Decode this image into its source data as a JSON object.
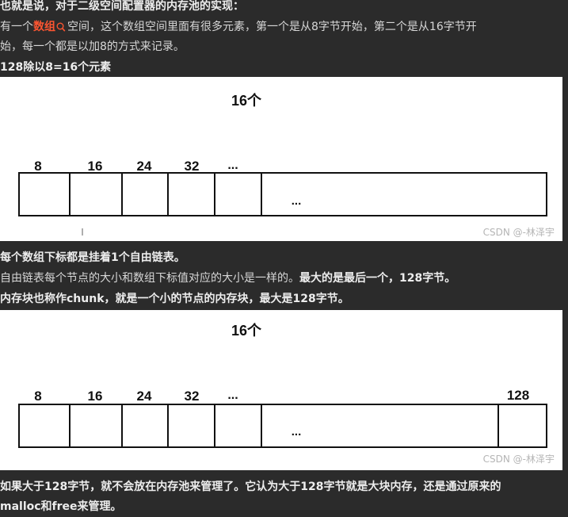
{
  "heading": "也就是说，对于二级空间配置器的内存池的实现：",
  "para1": {
    "pre": "有一个",
    "link": "数组",
    "post": "空间，这个数组空间里面有很多元素，第一个是从8字节开始，第二个是从16字节开",
    "line2": "始，每一个都是以加8的方式来记录。"
  },
  "calc": "128除以8=16个元素",
  "figure1": {
    "title": "16个",
    "labels": [
      "8",
      "16",
      "24",
      "32",
      "..."
    ],
    "inner_ellipsis": "...",
    "watermark": "CSDN @-林泽宇"
  },
  "note1": "每个数组下标都是挂着1个自由链表。",
  "note2": {
    "normal": "自由链表每个节点的大小和数组下标值对应的大小是一样的。",
    "bold": "最大的是最后一个，128字节。"
  },
  "note3": "内存块也称作chunk，就是一个小的节点的内存块，最大是128字节。",
  "figure2": {
    "title": "16个",
    "labels": [
      "8",
      "16",
      "24",
      "32",
      "...",
      "128"
    ],
    "inner_ellipsis": "...",
    "watermark": "CSDN @-林泽宇"
  },
  "conclusion": {
    "line1": "如果大于128字节，就不会放在内存池来管理了。它认为大于128字节就是大块内存，还是通过原来的",
    "line2": "malloc和free来管理。"
  }
}
